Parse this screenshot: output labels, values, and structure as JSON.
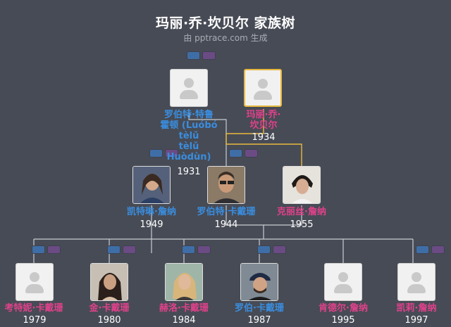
{
  "header": {
    "title": "玛丽·乔·坎贝尔 家族树",
    "subtitle": "由 pptrace.com 生成"
  },
  "colors": {
    "background": "#474b55",
    "male_name": "#3a8dde",
    "female_name": "#e0418b",
    "selected_border": "#e8b93f",
    "line": "#c9ccd2",
    "highlight_line": "#e8b93f"
  },
  "people": {
    "robert_houghton": {
      "name_lines": [
        "罗伯特·特鲁",
        "霍顿 (Luóbó",
        "tèlǔ",
        "tèlǔ",
        "Huòdùn)"
      ],
      "year": "1931",
      "photo": "placeholder"
    },
    "mary_jo": {
      "name_lines": [
        "玛丽·乔·",
        "坎贝尔"
      ],
      "year": "1934",
      "photo": "placeholder"
    },
    "caitlyn": {
      "name_lines": [
        "凯特琳·詹纳"
      ],
      "year": "1949",
      "photo": "portrait"
    },
    "robert_k": {
      "name_lines": [
        "罗伯特·卡戴珊"
      ],
      "year": "1944",
      "photo": "portrait"
    },
    "kris": {
      "name_lines": [
        "克丽丝·詹纳"
      ],
      "year": "1955",
      "photo": "portrait"
    },
    "kourtney": {
      "name_lines": [
        "考特妮·卡戴珊"
      ],
      "year": "1979",
      "photo": "placeholder"
    },
    "kim": {
      "name_lines": [
        "金·卡戴珊"
      ],
      "year": "1980",
      "photo": "portrait"
    },
    "khloe": {
      "name_lines": [
        "赫洛·卡戴珊"
      ],
      "year": "1984",
      "photo": "portrait"
    },
    "rob": {
      "name_lines": [
        "罗伯·卡戴珊"
      ],
      "year": "1987",
      "photo": "portrait"
    },
    "kendall": {
      "name_lines": [
        "肯德尔·詹纳"
      ],
      "year": "1995",
      "photo": "placeholder"
    },
    "kylie": {
      "name_lines": [
        "凯莉·詹纳"
      ],
      "year": "1997",
      "photo": "placeholder"
    }
  }
}
